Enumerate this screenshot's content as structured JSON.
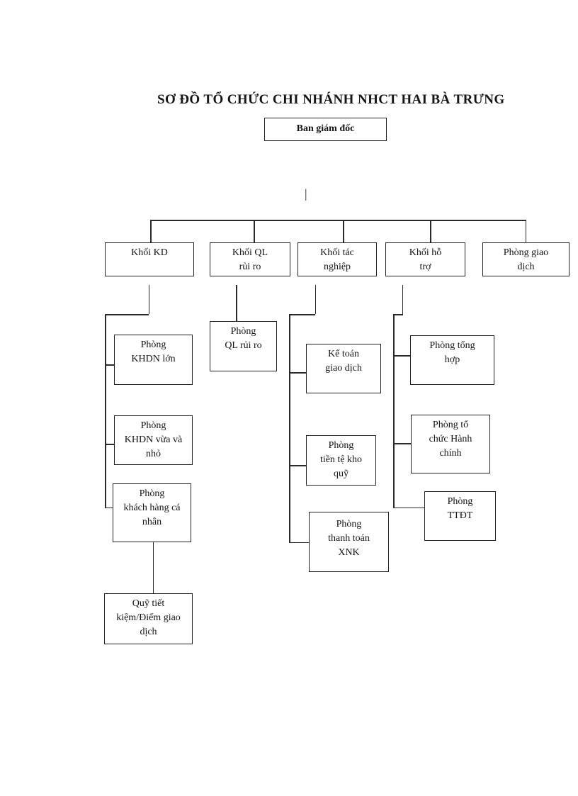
{
  "page": {
    "title": "SƠ ĐỒ TỔ CHỨC CHI NHÁNH NHCT HAI BÀ TRƯNG",
    "background": "#ffffff"
  },
  "colors": {
    "line": "#2a2a2a",
    "text": "#151515",
    "box_border": "#222222"
  },
  "diagram": {
    "type": "org-chart",
    "connector_glyph": "|",
    "root": "Ban giám đốc",
    "tree": {
      "label": "Ban giám đốc",
      "children": [
        {
          "label": "Khối KD",
          "children": [
            {
              "label": "Phòng KHDN lớn"
            },
            {
              "label": "Phòng KHDN vừa và nhỏ"
            },
            {
              "label": "Phòng khách hàng cá nhân",
              "children": [
                {
                  "label": "Quỹ tiết kiệm/Điểm giao dịch"
                }
              ]
            }
          ]
        },
        {
          "label": "Khối QL rủi ro",
          "children": [
            {
              "label": "Phòng QL rủi ro"
            }
          ]
        },
        {
          "label": "Khối tác nghiệp",
          "children": [
            {
              "label": "Kế toán giao dịch"
            },
            {
              "label": "Phòng tiền tệ kho quỹ"
            },
            {
              "label": "Phòng thanh toán XNK"
            }
          ]
        },
        {
          "label": "Khối hỗ trợ",
          "children": [
            {
              "label": "Phòng tổng hợp"
            },
            {
              "label": "Phòng tổ chức Hành chính"
            },
            {
              "label": "Phòng TTĐT"
            }
          ]
        },
        {
          "label": "Phòng giao dịch"
        }
      ]
    }
  },
  "nodes": {
    "ban_giam_doc": {
      "label": "Ban giám đốc",
      "lines": [
        "Ban giám đốc"
      ]
    },
    "khoi_kd": {
      "label": "Khối KD",
      "lines": [
        "Khối KD"
      ]
    },
    "khoi_ql_rui_ro": {
      "label": "Khối QL rủi ro",
      "lines": [
        "Khối QL",
        "rủi ro"
      ]
    },
    "khoi_tac_nghiep": {
      "label": "Khối tác nghiệp",
      "lines": [
        "Khối tác",
        "nghiệp"
      ]
    },
    "khoi_ho_tro": {
      "label": "Khối hỗ trợ",
      "lines": [
        "Khối hỗ",
        "trợ"
      ]
    },
    "phong_giao_dich": {
      "label": "Phòng giao dịch",
      "lines": [
        "Phòng giao",
        "dịch"
      ]
    },
    "phong_khdn_lon": {
      "label": "Phòng KHDN lớn",
      "lines": [
        "Phòng",
        "KHDN lớn"
      ]
    },
    "phong_khdn_vua_va_nho": {
      "label": "Phòng KHDN vừa và nhỏ",
      "lines": [
        "Phòng",
        "KHDN vừa và",
        "nhỏ"
      ]
    },
    "phong_khach_hang_ca_nhan": {
      "label": "Phòng khách hàng cá nhân",
      "lines": [
        "Phòng",
        "khách hàng cá",
        "nhân"
      ]
    },
    "quy_tiet_kiem": {
      "label": "Quỹ tiết kiệm/Điểm giao dịch",
      "lines": [
        "Quỹ tiết",
        "kiệm/Điểm giao",
        "dịch"
      ]
    },
    "phong_ql_rui_ro": {
      "label": "Phòng QL rủi ro",
      "lines": [
        "Phòng",
        "QL rủi ro"
      ]
    },
    "ke_toan_giao_dich": {
      "label": "Kế toán giao dịch",
      "lines": [
        "Kế toán",
        "giao dịch"
      ]
    },
    "phong_tien_te_kho_quy": {
      "label": "Phòng tiền tệ kho quỹ",
      "lines": [
        "Phòng",
        "tiền tệ kho",
        "quỹ"
      ]
    },
    "phong_thanh_toan_xnk": {
      "label": "Phòng thanh toán XNK",
      "lines": [
        "Phòng",
        "thanh toán",
        "XNK"
      ]
    },
    "phong_tong_hop": {
      "label": "Phòng tổng hợp",
      "lines": [
        "Phòng tổng",
        "hợp"
      ]
    },
    "phong_to_chuc_hanh_chinh": {
      "label": "Phòng tổ chức Hành chính",
      "lines": [
        "Phòng tổ",
        "chức Hành",
        "chính"
      ]
    },
    "phong_ttdt": {
      "label": "Phòng TTĐT",
      "lines": [
        "Phòng",
        "TTĐT"
      ]
    }
  }
}
